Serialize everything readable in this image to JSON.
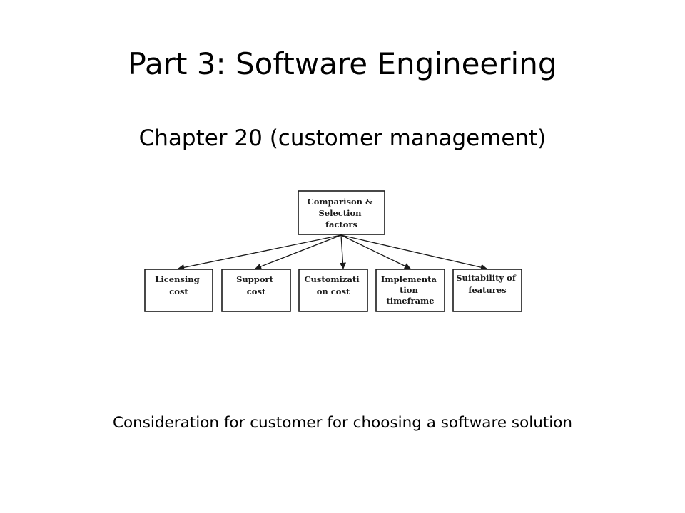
{
  "slide": {
    "title": "Part 3: Software Engineering",
    "subtitle": "Chapter 20 (customer management)",
    "caption": "Consideration for customer for choosing a software solution"
  },
  "diagram": {
    "root": {
      "lines": [
        "Comparison &",
        "Selection",
        "factors"
      ]
    },
    "children": [
      {
        "lines": [
          "Licensing",
          "cost"
        ]
      },
      {
        "lines": [
          "Support",
          "cost"
        ]
      },
      {
        "lines": [
          "Customizati",
          "on cost"
        ]
      },
      {
        "lines": [
          "Implementa",
          "tion",
          "timeframe"
        ]
      },
      {
        "lines": [
          "Suitability of",
          "features"
        ]
      }
    ],
    "colors": {
      "stroke": "#1a1a1a",
      "text": "#1a1a1a",
      "background": "#ffffff"
    }
  }
}
